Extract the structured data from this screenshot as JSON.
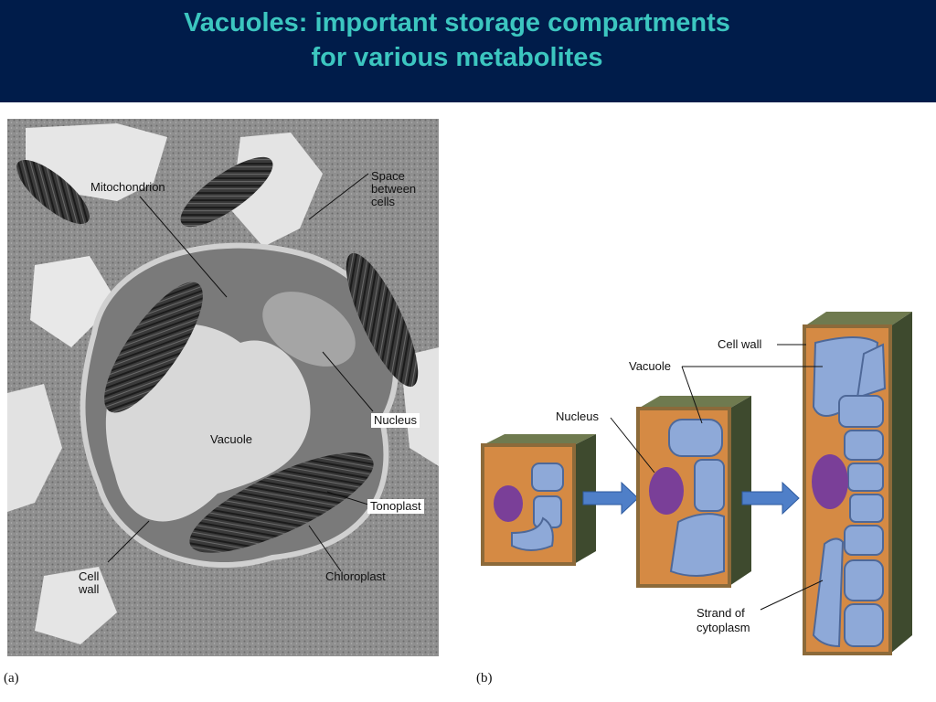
{
  "title": {
    "line1": "Vacuoles: important storage compartments",
    "line2": "for various metabolites"
  },
  "panel_a": {
    "caption": "(a)",
    "labels": {
      "mitochondrion": "Mitochondrion",
      "space1": "Space",
      "space2": "between",
      "space3": "cells",
      "nucleus": "Nucleus",
      "vacuole": "Vacuole",
      "tonoplast": "Tonoplast",
      "cellwall1": "Cell",
      "cellwall2": "wall",
      "chloroplast": "Chloroplast"
    }
  },
  "panel_b": {
    "caption": "(b)",
    "labels": {
      "cellwall": "Cell wall",
      "vacuole": "Vacuole",
      "nucleus": "Nucleus",
      "strand1": "Strand of",
      "strand2": "cytoplasm"
    }
  },
  "colors": {
    "header_bg": "#001c4a",
    "title": "#3cc6c0",
    "cytoplasm": "#d58a44",
    "vacuole": "#8ea9d8",
    "nucleus": "#7a3f98",
    "wall_top": "#6f7a4f",
    "arrow": "#4f7fc8"
  }
}
